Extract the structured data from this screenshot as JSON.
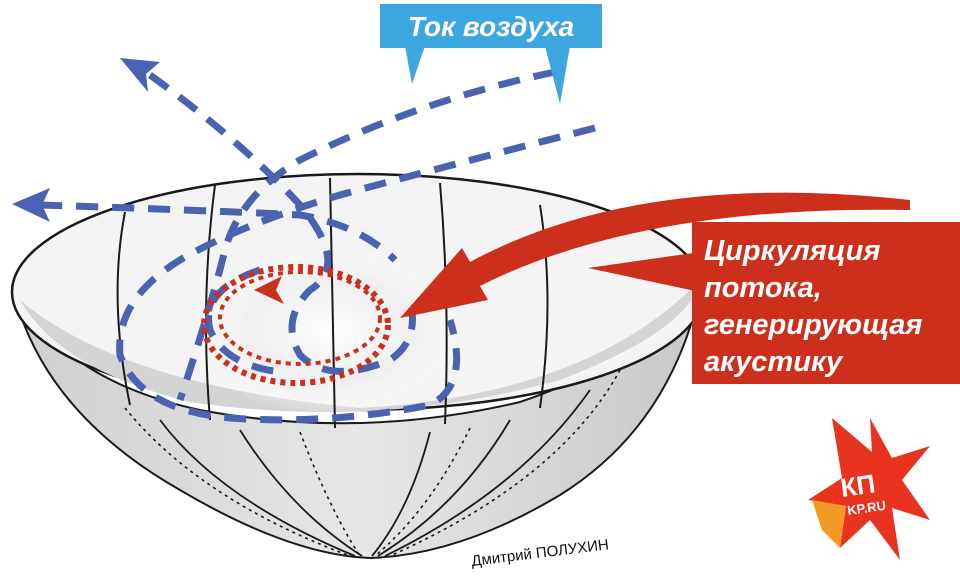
{
  "labels": {
    "air_flow": "Ток воздуха",
    "circulation_lines": [
      "Циркуляция",
      "потока,",
      "генерирующая",
      "акустику"
    ],
    "author": "Дмитрий ПОЛУХИН"
  },
  "logo": {
    "line1": "КП",
    "line2": "KP.RU"
  },
  "colors": {
    "flow_blue": "#4a63b0",
    "callout_blue": "#3ea6df",
    "callout_red": "#cc2f1c",
    "bowl_fill": "#d9d9d9",
    "outline": "#1a1a1a",
    "logo_red": "#e8341f",
    "logo_orange": "#f39a24"
  }
}
